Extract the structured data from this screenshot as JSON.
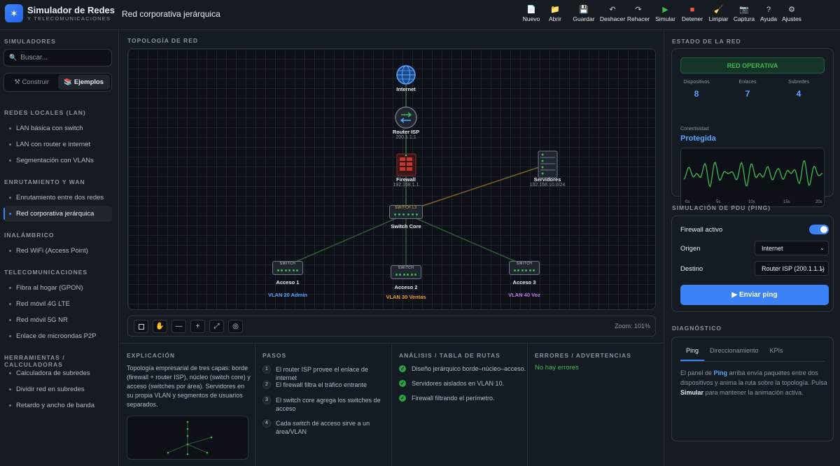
{
  "app": {
    "title": "Simulador de Redes",
    "subtitle": "Y TELECOMUNICACIONES"
  },
  "document_title": "Red corporativa jerárquica",
  "toolbar": [
    {
      "label": "Nuevo",
      "icon": "file-icon",
      "glyph": "📄"
    },
    {
      "label": "Abrir",
      "icon": "folder-icon",
      "glyph": "📁"
    },
    {
      "label": "Guardar",
      "icon": "save-icon",
      "glyph": "💾"
    },
    {
      "label": "Deshacer",
      "icon": "undo-icon",
      "glyph": "↶"
    },
    {
      "label": "Rehacer",
      "icon": "redo-icon",
      "glyph": "↷"
    },
    {
      "label": "Simular",
      "icon": "play-icon",
      "glyph": "▶"
    },
    {
      "label": "Detener",
      "icon": "stop-icon",
      "glyph": "■"
    },
    {
      "label": "Limpiar",
      "icon": "broom-icon",
      "glyph": "🧹"
    },
    {
      "label": "Captura",
      "icon": "camera-icon",
      "glyph": "📷"
    },
    {
      "label": "Ayuda",
      "icon": "help-icon",
      "glyph": "?"
    },
    {
      "label": "Ajustes",
      "icon": "gear-icon",
      "glyph": "⚙"
    }
  ],
  "sidebar": {
    "heading": "SIMULADORES",
    "search_placeholder": "Buscar...",
    "tabs": [
      "⚒ Construir",
      "📚 Ejemplos"
    ],
    "active_tab": 1,
    "groups": [
      {
        "title": "REDES LOCALES (LAN)",
        "items": [
          "LAN básica con switch",
          "LAN con router e internet",
          "Segmentación con VLANs"
        ]
      },
      {
        "title": "ENRUTAMIENTO Y WAN",
        "items": [
          "Enrutamiento entre dos redes",
          "Red corporativa jerárquica"
        ]
      },
      {
        "title": "INALÁMBRICO",
        "items": [
          "Red WiFi (Access Point)"
        ]
      },
      {
        "title": "TELECOMUNICACIONES",
        "items": [
          "Fibra al hogar (GPON)",
          "Red móvil 4G LTE",
          "Red móvil 5G NR",
          "Enlace de microondas P2P"
        ]
      },
      {
        "title": "HERRAMIENTAS / CALCULADORAS",
        "items": [
          "Calculadora de subredes",
          "Dividir red en subredes",
          "Retardo y ancho de banda"
        ]
      }
    ],
    "active_item": "Red corporativa jerárquica"
  },
  "topology": {
    "heading": "TOPOLOGÍA DE RED",
    "nodes": {
      "internet": {
        "label": "Internet"
      },
      "router": {
        "label": "Router ISP",
        "ip": "200.1.1.1"
      },
      "firewall": {
        "label": "Firewall",
        "ip": "192.168.1.1"
      },
      "servers": {
        "label": "Servidores",
        "ip": "192.168.10.0/24"
      },
      "core": {
        "label": "Switch Core",
        "tag": "SWITCH L3"
      },
      "acc1": {
        "label": "Acceso 1",
        "tag": "SWITCH",
        "vlan": "VLAN 20 Admin",
        "vlan_color": "#58a6ff"
      },
      "acc2": {
        "label": "Acceso 2",
        "tag": "SWITCH",
        "vlan": "VLAN 30 Ventas",
        "vlan_color": "#f0a030"
      },
      "acc3": {
        "label": "Acceso 3",
        "tag": "SWITCH",
        "vlan": "VLAN 40 Voz",
        "vlan_color": "#c07ae0"
      }
    },
    "zoom_label": "Zoom:",
    "zoom_value": "101%"
  },
  "explanation": {
    "heading": "EXPLICACIÓN",
    "text": "Topología empresarial de tres capas: borde (firewall + router ISP), núcleo (switch core) y acceso (switches por área). Servidores en su propia VLAN y segmentos de usuarios separados."
  },
  "steps": {
    "heading": "PASOS",
    "items": [
      "El router ISP provee el enlace de internet",
      "El firewall filtra el tráfico entrante",
      "El switch core agrega los switches de acceso",
      "Cada switch de acceso sirve a un área/VLAN"
    ]
  },
  "analysis": {
    "heading": "ANÁLISIS / TABLA DE RUTAS",
    "items": [
      "Diseño jerárquico borde–núcleo–acceso.",
      "Servidores aislados en VLAN 10.",
      "Firewall filtrando el perímetro."
    ]
  },
  "errors": {
    "heading": "ERRORES / ADVERTENCIAS",
    "text": "No hay errores"
  },
  "status": {
    "heading": "ESTADO DE LA RED",
    "badge": "RED OPERATIVA",
    "stats": [
      {
        "label": "Dispositivos",
        "value": "8"
      },
      {
        "label": "Enlaces",
        "value": "7"
      },
      {
        "label": "Subredes",
        "value": "4"
      }
    ],
    "connectivity_label": "Conectividad",
    "connectivity_value": "Protegida",
    "wave_ticks": [
      "0s",
      "5s",
      "10s",
      "15s",
      "20s"
    ]
  },
  "pdu": {
    "heading": "SIMULACIÓN DE PDU (PING)",
    "firewall_label": "Firewall activo",
    "firewall_on": true,
    "origin_label": "Origen",
    "origin_value": "Internet",
    "dest_label": "Destino",
    "dest_value": "Router ISP (200.1.1.1)",
    "send_button": "▶ Enviar ping"
  },
  "diagnostics": {
    "heading": "DIAGNÓSTICO",
    "tabs": [
      "Ping",
      "Direccionamiento",
      "KPIs"
    ],
    "active_tab": 0,
    "text_1": "El panel de ",
    "text_ping": "Ping",
    "text_2": " arriba envía paquetes entre dos dispositivos y anima la ruta sobre la topología. Pulsa ",
    "text_sim": "Simular",
    "text_3": " para mantener la animación activa."
  },
  "colors": {
    "accent": "#3b82f6",
    "ok": "#3fb950",
    "link_core": "#3a6b3a",
    "link_wan": "#8a6a2a"
  }
}
